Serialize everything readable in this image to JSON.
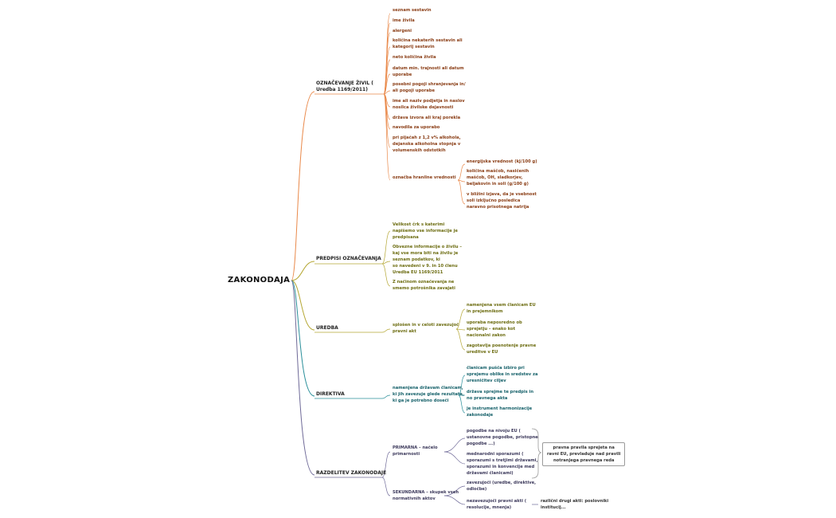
{
  "root": "ZAKONODAJA",
  "colors": {
    "orange": "#e9894a",
    "olive": "#b5a734",
    "teal": "#2a8f9a",
    "slate": "#6f6a98",
    "gray": "#999999"
  },
  "branches": {
    "labeling": {
      "label": "OZNAČEVANJE ŽIVIL (\nUredba 1169/2011)",
      "items": [
        "seznam sestavin",
        "ime živila",
        "alergeni",
        "količina nekaterih sestavin ali\nkategorij sestavin",
        "neto količina živila",
        "datum min. trajnosti ali datum\nuporabe",
        "posebni pogoji shranjevanja in/\nali pogoji uporabe",
        "ime ali naziv podjetja in naslov\nnosilca živilske dejavnosti",
        "država izvora ali kraj porekla",
        "navodila za uporabo",
        "pri pijačah z 1,2 v% alkohola,\ndejanska alkoholna stopnja v\nvolumenskih odstotkih",
        "označba hranilne vrednosti"
      ],
      "nutrition_items": [
        "energijska vrednost (kJ/100 g)",
        "količina maščob, nasičenih\nmaščob, OH, sladkorjev,\nbeljakovin in soli (g/100 g)",
        "v bližini izjava, da je vsebnost\nsoli izključno posledica\nnaravno prisotnega natrija"
      ]
    },
    "regulations": {
      "label": "PREDPISI OZNAČEVANJA",
      "items": [
        "Velikost črk s katerimi\nnapišemo vse informacije je\npredpisana",
        "Obvezne informacije o živilu –\nkaj vse mora biti na živilu je\nseznam podatkov, ki\nso navedeni v 9. in 10 členu\nUredba EU 1169/2011",
        "Z načinom označevanja ne\nsmemo potrošnika zavajati"
      ]
    },
    "uredba": {
      "label": "UREDBA",
      "item": "splošen in v celoti zavezujoč\npravni akt",
      "subitems": [
        "namenjena vsem članicam EU\nin prejemnikom",
        "uporaba neposredno ob\nsprejetju – enako kot\nnacionalni zakon",
        "zagotavlja poenotenje pravne\nureditve v EU"
      ]
    },
    "direktiva": {
      "label": "DIREKTIVA",
      "item": "namenjena državam članicam,\nki jih zavezuje glede rezultata,\nki ga je potrebno doseči",
      "subitems": [
        "članicam pušča izbiro pri\nsprejemu oblike in sredstev za\nuresničitev ciljev",
        "država sprejme te predpis in\nno pravnega akta",
        "je instrument harmonizacije\nzakonodaje"
      ]
    },
    "razdelitev": {
      "label": "RAZDELITEV ZAKONODAJE",
      "primarna": {
        "label": "PRIMARNA – načelo\nprimarnosti",
        "items": [
          "pogodbe na nivoju EU (\nustanovne pogodbe, pristopne\npogodbe ...)",
          "mednarodni sporazumi (\nsporazumi s tretjimi državami,\nsporazumi in konvencije med\ndržavami članicami)"
        ],
        "summary": "pravna pravila sprejeta na\nravni EU, prevladuje nad pravili\nnotranjega pravnega reda"
      },
      "sekundarna": {
        "label": "SEKUNDARNA – skupek vseh\nnormativnih aktov",
        "items": [
          "zavezujoči (uredbe, direktive,\nodločbe)",
          "nezavezujoči pravni akti (\nresolucije, mnenja)"
        ],
        "extra": "različni drugi akti: poslovniki\ninstitucij..."
      }
    }
  }
}
